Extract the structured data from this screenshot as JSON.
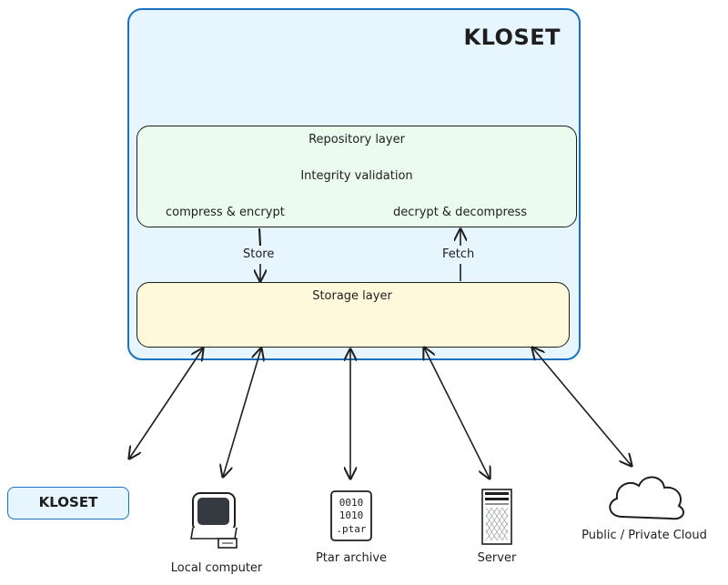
{
  "kloset_box": {
    "title": "KLOSET"
  },
  "repository_layer": {
    "title": "Repository layer",
    "subtitle": "Integrity validation",
    "left_label": "compress & encrypt",
    "right_label": "decrypt & decompress"
  },
  "arrows": {
    "store_label": "Store",
    "fetch_label": "Fetch"
  },
  "storage_layer": {
    "title": "Storage layer"
  },
  "targets": {
    "kloset_label": "KLOSET",
    "local_computer_label": "Local computer",
    "ptar_archive_label": "Ptar archive",
    "ptar_icon_lines": [
      "0010",
      "1010",
      ".ptar"
    ],
    "server_label": "Server",
    "cloud_label": "Public / Private Cloud"
  },
  "colors": {
    "kloset_fill": "#e7f5ff",
    "kloset_stroke": "#1971c2",
    "repository_fill": "#ebfbee",
    "storage_fill": "#fff9db",
    "ink": "#1e1e1e"
  }
}
